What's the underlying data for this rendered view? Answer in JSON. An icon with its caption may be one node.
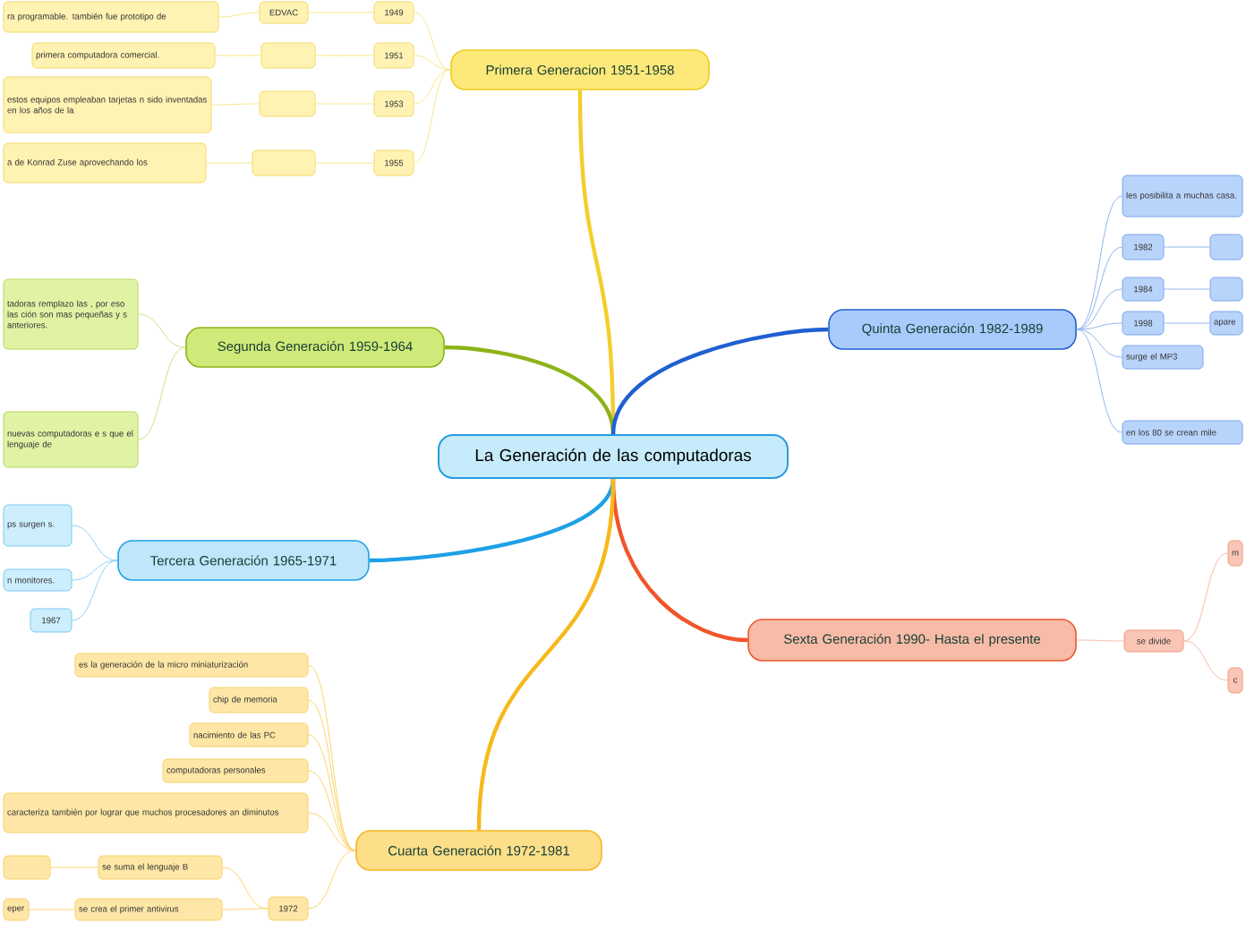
{
  "diagram": {
    "nodes": [
      {
        "text": [
          "La Generación de las computadoras"
        ]
      },
      {
        "text": [
          "Primera Generacion 1951-1958"
        ]
      },
      {
        "text": [
          "ra programable. también fue prototipo de"
        ]
      },
      {
        "text": [
          "EDVAC"
        ]
      },
      {
        "text": [
          "1949"
        ]
      },
      {
        "text": [
          "primera computadora comercial."
        ]
      },
      {
        "text": [],
        "shape": "box"
      },
      {
        "text": [
          "1951"
        ]
      },
      {
        "text": [
          "estos equipos empleaban tarjetas n sido inventadas en los años de la"
        ]
      },
      {
        "text": [],
        "shape": "box"
      },
      {
        "text": [
          "1953"
        ]
      },
      {
        "text": [
          "a de Konrad Zuse aprovechando los"
        ]
      },
      {
        "text": [],
        "shape": "box"
      },
      {
        "text": [
          "1955"
        ]
      },
      {
        "text": [
          "Segunda Generación 1959-1964"
        ]
      },
      {
        "text": [
          "tadoras remplazo las , por eso las ción son mas pequeñas y s anteriores."
        ]
      },
      {
        "text": [
          "nuevas computadoras e s que el lenguaje de"
        ]
      },
      {
        "text": [
          "Tercera Generación 1965-1971"
        ]
      },
      {
        "text": [
          "ps surgen s."
        ]
      },
      {
        "text": [
          "n monitores."
        ]
      },
      {
        "text": [
          "1967"
        ]
      },
      {
        "text": [
          "Quinta Generación 1982-1989"
        ]
      },
      {
        "text": [
          "les posibilita a muchas casa."
        ]
      },
      {
        "text": [
          "1982"
        ]
      },
      {
        "text": [],
        "shape": "box"
      },
      {
        "text": [
          "1984"
        ]
      },
      {
        "text": [],
        "shape": "box"
      },
      {
        "text": [
          "1998"
        ]
      },
      {
        "text": [
          "apare"
        ]
      },
      {
        "text": [
          "surge el MP3"
        ]
      },
      {
        "text": [
          "en los 80 se crean mile"
        ]
      },
      {
        "text": [
          "Sexta Generación 1990- Hasta el presente"
        ]
      },
      {
        "text": [
          "se divide"
        ]
      },
      {
        "text": [
          "m"
        ]
      },
      {
        "text": [
          "c"
        ]
      },
      {
        "text": [
          "Cuarta Generación 1972-1981"
        ]
      },
      {
        "text": [
          "es la generación de la micro miniaturización"
        ]
      },
      {
        "text": [
          "chip de memoria"
        ]
      },
      {
        "text": [
          "nacimiento de las PC"
        ]
      },
      {
        "text": [
          "computadoras personales"
        ]
      },
      {
        "text": [
          "caracteriza también por lograr que muchos procesadores an diminutos"
        ]
      },
      {
        "text": [],
        "shape": "box"
      },
      {
        "text": [
          "se suma el lenguaje B"
        ]
      },
      {
        "text": [
          "eper"
        ]
      },
      {
        "text": [
          "se crea el primer antivirus"
        ]
      },
      {
        "text": [
          "1972"
        ]
      }
    ],
    "edges": [
      {
        "from": 0,
        "to": 1,
        "arrow": "none",
        "style": "thick",
        "color": "#f2cf2a"
      },
      {
        "from": 0,
        "to": 14,
        "arrow": "none",
        "style": "thick",
        "color": "#8db31a"
      },
      {
        "from": 0,
        "to": 17,
        "arrow": "none",
        "style": "thick",
        "color": "#1ea0e6"
      },
      {
        "from": 0,
        "to": 21,
        "arrow": "none",
        "style": "thick",
        "color": "#1f5fd1"
      },
      {
        "from": 0,
        "to": 31,
        "arrow": "none",
        "style": "thick",
        "color": "#f0552a"
      },
      {
        "from": 0,
        "to": 35,
        "arrow": "none",
        "style": "thick",
        "color": "#f7b81c"
      },
      {
        "from": 1,
        "to": 4,
        "arrow": "none",
        "color": "#f9e68a"
      },
      {
        "from": 1,
        "to": 7,
        "arrow": "none",
        "color": "#f9e68a"
      },
      {
        "from": 1,
        "to": 10,
        "arrow": "none",
        "color": "#f9e68a"
      },
      {
        "from": 1,
        "to": 13,
        "arrow": "none",
        "color": "#f9e68a"
      },
      {
        "from": 4,
        "to": 3,
        "arrow": "none",
        "color": "#f9e68a"
      },
      {
        "from": 3,
        "to": 2,
        "arrow": "none",
        "color": "#f9e68a"
      },
      {
        "from": 7,
        "to": 6,
        "arrow": "none",
        "color": "#f9e68a"
      },
      {
        "from": 6,
        "to": 5,
        "arrow": "none",
        "color": "#f9e68a"
      },
      {
        "from": 10,
        "to": 9,
        "arrow": "none",
        "color": "#f9e68a"
      },
      {
        "from": 9,
        "to": 8,
        "arrow": "none",
        "color": "#f9e68a"
      },
      {
        "from": 13,
        "to": 12,
        "arrow": "none",
        "color": "#f9e68a"
      },
      {
        "from": 12,
        "to": 11,
        "arrow": "none",
        "color": "#f9e68a"
      },
      {
        "from": 14,
        "to": 15,
        "arrow": "none",
        "color": "#c7e27a"
      },
      {
        "from": 14,
        "to": 16,
        "arrow": "none",
        "color": "#c7e27a"
      },
      {
        "from": 17,
        "to": 18,
        "arrow": "none",
        "color": "#8fd0f5"
      },
      {
        "from": 17,
        "to": 19,
        "arrow": "none",
        "color": "#8fd0f5"
      },
      {
        "from": 17,
        "to": 20,
        "arrow": "none",
        "color": "#8fd0f5"
      },
      {
        "from": 21,
        "to": 22,
        "arrow": "none",
        "color": "#8fb4f0"
      },
      {
        "from": 21,
        "to": 23,
        "arrow": "none",
        "color": "#8fb4f0"
      },
      {
        "from": 21,
        "to": 25,
        "arrow": "none",
        "color": "#8fb4f0"
      },
      {
        "from": 21,
        "to": 27,
        "arrow": "none",
        "color": "#8fb4f0"
      },
      {
        "from": 21,
        "to": 29,
        "arrow": "none",
        "color": "#8fb4f0"
      },
      {
        "from": 21,
        "to": 30,
        "arrow": "none",
        "color": "#8fb4f0"
      },
      {
        "from": 23,
        "to": 24,
        "arrow": "none",
        "color": "#8fb4f0"
      },
      {
        "from": 25,
        "to": 26,
        "arrow": "none",
        "color": "#8fb4f0"
      },
      {
        "from": 27,
        "to": 28,
        "arrow": "none",
        "color": "#8fb4f0"
      },
      {
        "from": 31,
        "to": 32,
        "arrow": "none",
        "color": "#f9b9a4"
      },
      {
        "from": 32,
        "to": 33,
        "arrow": "none",
        "color": "#f9b9a4"
      },
      {
        "from": 32,
        "to": 34,
        "arrow": "none",
        "color": "#f9b9a4"
      },
      {
        "from": 35,
        "to": 36,
        "arrow": "none",
        "color": "#fcd46a"
      },
      {
        "from": 35,
        "to": 37,
        "arrow": "none",
        "color": "#fcd46a"
      },
      {
        "from": 35,
        "to": 38,
        "arrow": "none",
        "color": "#fcd46a"
      },
      {
        "from": 35,
        "to": 39,
        "arrow": "none",
        "color": "#fcd46a"
      },
      {
        "from": 35,
        "to": 40,
        "arrow": "none",
        "color": "#fcd46a"
      },
      {
        "from": 35,
        "to": 45,
        "arrow": "none",
        "color": "#fcd46a"
      },
      {
        "from": 45,
        "to": 42,
        "arrow": "none",
        "color": "#fcd46a"
      },
      {
        "from": 42,
        "to": 41,
        "arrow": "none",
        "color": "#fcd46a"
      },
      {
        "from": 45,
        "to": 44,
        "arrow": "none",
        "color": "#fcd46a"
      },
      {
        "from": 44,
        "to": 43,
        "arrow": "none",
        "color": "#fcd46a"
      }
    ]
  }
}
